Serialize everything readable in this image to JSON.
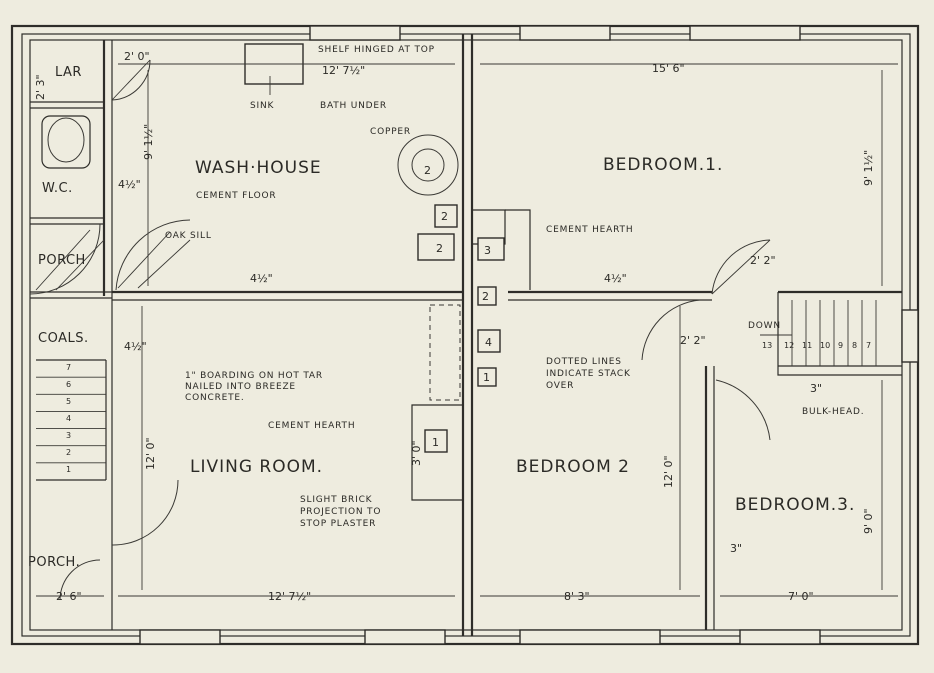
{
  "rooms": {
    "wash_house": "WASH·HOUSE",
    "bedroom1": "BEDROOM.1.",
    "bedroom2": "BEDROOM 2",
    "bedroom3": "BEDROOM.3.",
    "living_room": "LIVING ROOM.",
    "wc": "W.C.",
    "larder": "LAR",
    "porch_top": "PORCH",
    "porch_bottom": "PORCH.",
    "coals": "COALS."
  },
  "notes": {
    "shelf": "SHELF HINGED AT TOP",
    "sink": "SINK",
    "bath_under": "BATH UNDER",
    "copper": "COPPER",
    "cement_floor": "CEMENT FLOOR",
    "oak_sill": "OAK SILL",
    "cement_hearth_top": "CEMENT HEARTH",
    "cement_hearth_living": "CEMENT HEARTH",
    "boarding_1": "1\" BOARDING ON HOT TAR",
    "boarding_2": "NAILED INTO BREEZE",
    "boarding_3": "CONCRETE.",
    "dotted_1": "DOTTED LINES",
    "dotted_2": "INDICATE STACK",
    "dotted_3": "OVER",
    "slight_1": "SLIGHT BRICK",
    "slight_2": "PROJECTION TO",
    "slight_3": "STOP PLASTER",
    "down": "DOWN",
    "bulk_head": "BULK-HEAD."
  },
  "dimensions": {
    "d_12_7_top": "12' 7½\"",
    "d_15_6": "15' 6\"",
    "d_9_1_wash": "9' 1½\"",
    "d_9_1_bed1": "9' 1½\"",
    "d_4_half_a": "4½\"",
    "d_4_half_b": "4½\"",
    "d_4_half_coals": "4½\"",
    "d_12_0_living": "12' 0\"",
    "d_12_0_bed2": "12' 0\"",
    "d_9_0": "9' 0\"",
    "d_12_7_bottom": "12' 7½\"",
    "d_8_3": "8' 3\"",
    "d_7_0": "7' 0\"",
    "d_2_6": "2' 6\"",
    "d_3_0": "3' 0\"",
    "d_3in_a": "3\"",
    "d_3in_b": "3\"",
    "d_2_2": "2' 2\"",
    "d_2_3": "2' 3\"",
    "d_2_0": "2' 0\"",
    "d_4_half_wc": "4½\"",
    "d_2_door": "2' 2\""
  },
  "flues": [
    "2",
    "2",
    "3",
    "2",
    "4",
    "1",
    "1",
    "2"
  ],
  "stairs_left": [
    "7",
    "6",
    "5",
    "4",
    "3",
    "2",
    "1"
  ],
  "stairs_right": [
    "13",
    "12",
    "11",
    "10",
    "9",
    "8",
    "7"
  ],
  "colors": {
    "paper": "#eeecdf",
    "ink": "#2e2d29"
  }
}
